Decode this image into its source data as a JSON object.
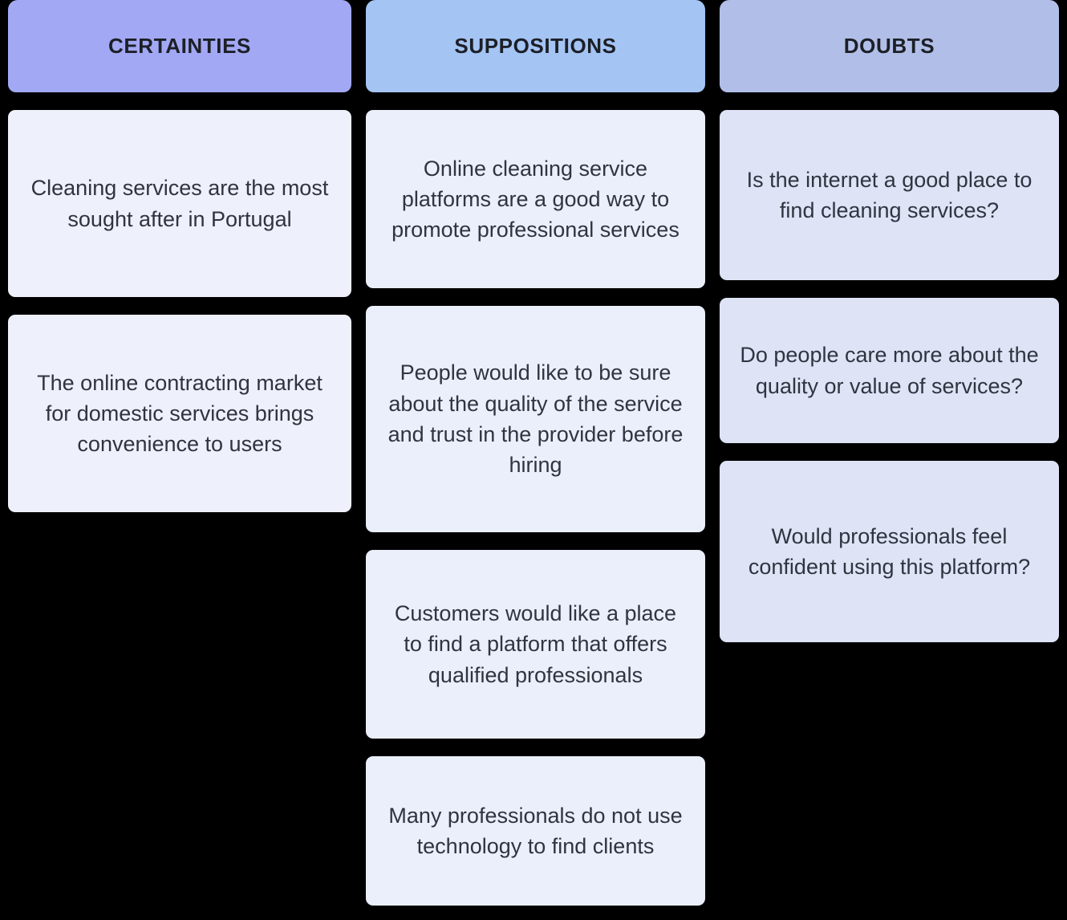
{
  "board": {
    "background_color": "#000000",
    "columns": [
      {
        "id": "certainties",
        "header": {
          "label": "CERTAINTIES",
          "background_color": "#a3a8f5",
          "text_color": "#1c1f26"
        },
        "card_background_color": "#eef0fb",
        "card_text_color": "#2f3440",
        "cards": [
          {
            "text": "Cleaning services are the most sought after in Portugal"
          },
          {
            "text": "The online contracting market for domestic services brings convenience to users"
          }
        ]
      },
      {
        "id": "suppositions",
        "header": {
          "label": "SUPPOSITIONS",
          "background_color": "#a4c4f4",
          "text_color": "#1c1f26"
        },
        "card_background_color": "#eaeffb",
        "card_text_color": "#2f3440",
        "cards": [
          {
            "text": "Online cleaning service platforms are a good way to promote professional services"
          },
          {
            "text": "People would like to be sure about the quality of the service and trust in the provider before hiring"
          },
          {
            "text": "Customers would like a place to find a platform that offers qualified professionals"
          },
          {
            "text": "Many professionals do not use technology to find clients"
          }
        ]
      },
      {
        "id": "doubts",
        "header": {
          "label": "DOUBTS",
          "background_color": "#b1bfe8",
          "text_color": "#1c1f26"
        },
        "card_background_color": "#dee3f5",
        "card_text_color": "#2f3440",
        "cards": [
          {
            "text": "Is the internet a good place to find cleaning services?"
          },
          {
            "text": "Do people care more about the quality or value of services?"
          },
          {
            "text": "Would professionals feel confident using this platform?"
          }
        ]
      }
    ]
  }
}
